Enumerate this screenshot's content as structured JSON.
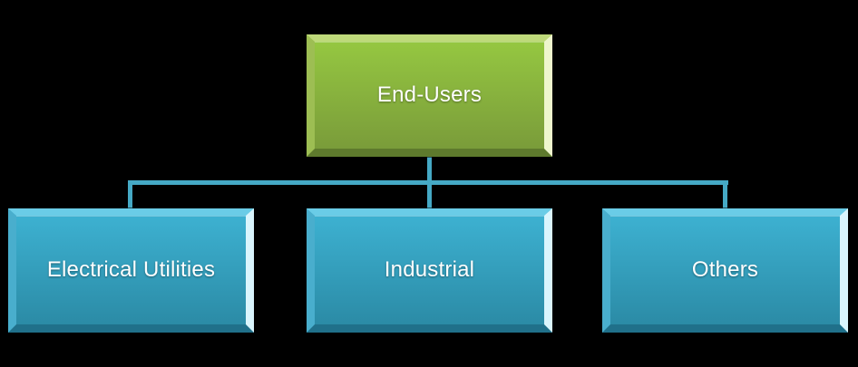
{
  "diagram": {
    "type": "org-chart-hierarchy",
    "background_color": "#000000",
    "connector_color": "#45a9c5",
    "text_color": "#ffffff",
    "root": {
      "label": "End-Users",
      "fill": "green",
      "fill_top": "#95c741",
      "fill_bottom": "#7a9c3a"
    },
    "children": [
      {
        "label": "Electrical Utilities",
        "fill": "blue",
        "fill_top": "#3db1d1",
        "fill_bottom": "#2b8ba6"
      },
      {
        "label": "Industrial",
        "fill": "blue",
        "fill_top": "#3db1d1",
        "fill_bottom": "#2b8ba6"
      },
      {
        "label": "Others",
        "fill": "blue",
        "fill_top": "#3db1d1",
        "fill_bottom": "#2b8ba6"
      }
    ]
  }
}
